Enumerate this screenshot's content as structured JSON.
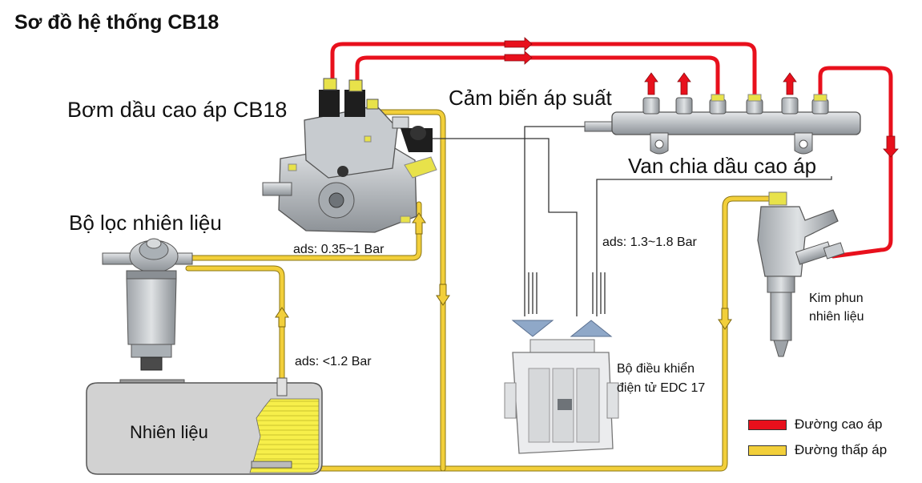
{
  "title": "Sơ đồ hệ thống CB18",
  "labels": {
    "pump": "Bơm dầu cao áp CB18",
    "pressure_sensor": "Cảm biến áp suất",
    "rail": "Van chia dầu cao áp",
    "filter": "Bộ lọc nhiên liệu",
    "tank": "Nhiên liệu",
    "injector_line1": "Kim phun",
    "injector_line2": "nhiên liệu",
    "ecu_line1": "Bộ điều khiển",
    "ecu_line2": "điện tử EDC 17",
    "ads_pump": "ads: 0.35~1 Bar",
    "ads_filter": "ads: <1.2 Bar",
    "ads_rail": "ads: 1.3~1.8 Bar"
  },
  "legend": [
    {
      "label": "Đường cao áp",
      "color": "#e8101c"
    },
    {
      "label": "Đường thấp áp",
      "color": "#f2cf3a"
    }
  ],
  "colors": {
    "high_pressure": "#e8101c",
    "low_pressure": "#f2cf3a",
    "wire": "#333333",
    "ecu_triangle": "#8fa8c8"
  }
}
